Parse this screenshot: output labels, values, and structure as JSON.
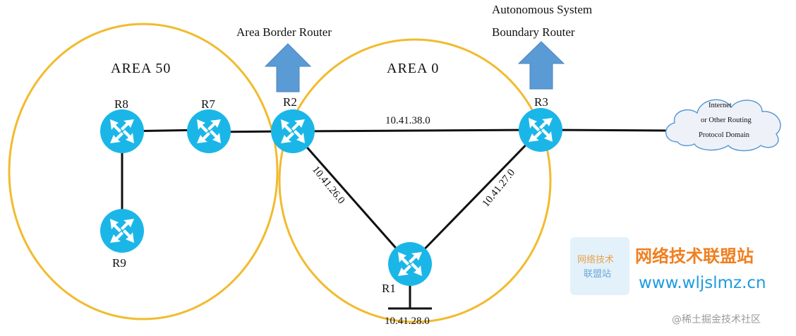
{
  "areas": [
    {
      "id": "area50",
      "label": "AREA 50"
    },
    {
      "id": "area0",
      "label": "AREA 0"
    }
  ],
  "routers": [
    {
      "id": "R8",
      "label": "R8"
    },
    {
      "id": "R7",
      "label": "R7"
    },
    {
      "id": "R2",
      "label": "R2"
    },
    {
      "id": "R3",
      "label": "R3"
    },
    {
      "id": "R9",
      "label": "R9"
    },
    {
      "id": "R1",
      "label": "R1"
    }
  ],
  "networks": {
    "r2_r3": "10.41.38.0",
    "r2_r1": "10.41.26.0",
    "r3_r1": "10.41.27.0",
    "r1_stub": "10.41.28.0"
  },
  "annotations": {
    "abr": "Area Border Router",
    "asbr_line1": "Autonomous System",
    "asbr_line2": "Boundary Router"
  },
  "cloud": {
    "line1": "Internet",
    "line2": "or Other Routing",
    "line3": "Protocol Domain"
  },
  "watermark": {
    "logo_line1": "网络技术",
    "logo_line2": "联盟站",
    "site_name": "网络技术联盟站",
    "site_url": "www.wljslmz.cn"
  },
  "credit": "@稀土掘金技术社区",
  "colors": {
    "area_circle": "#f2bb2e",
    "router": "#1bb6e8",
    "arrow": "#5b9bd5",
    "cloud_stroke": "#5b9bd5"
  }
}
